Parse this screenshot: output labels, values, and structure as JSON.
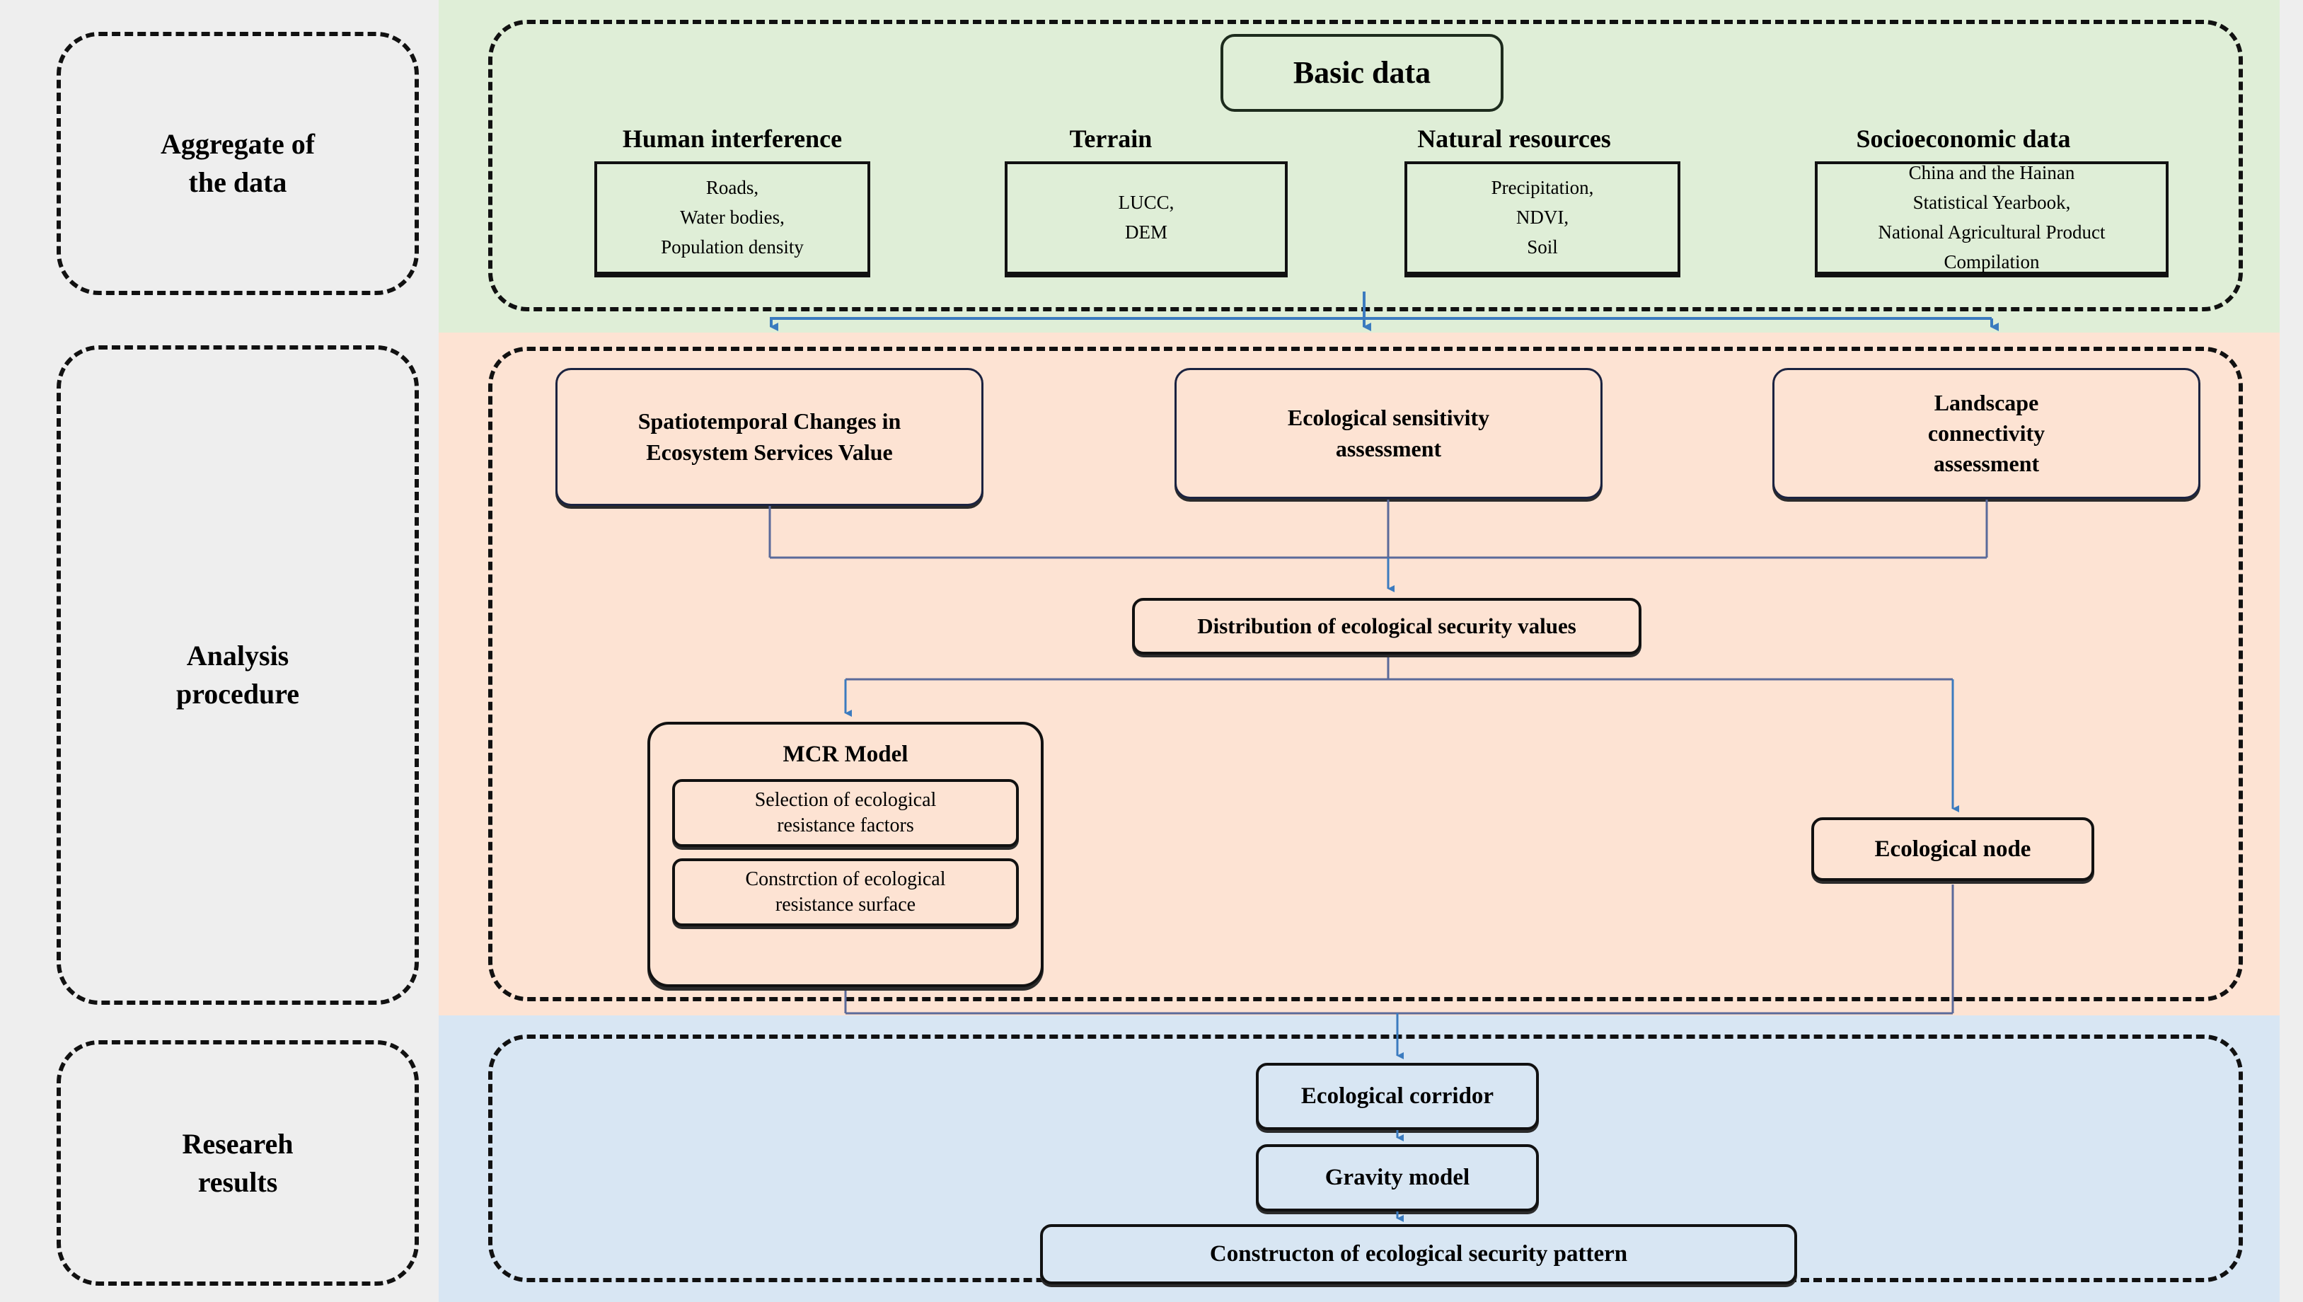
{
  "stages": [
    {
      "label": "Aggregate of\nthe data"
    },
    {
      "label": "Analysis\nprocedure"
    },
    {
      "label": "Researeh\nresults"
    }
  ],
  "green_section": {
    "title": "Basic data",
    "categories": [
      {
        "label": "Human interference",
        "items": "Roads,\nWater bodies,\nPopulation density"
      },
      {
        "label": "Terrain",
        "items": "LUCC,\nDEM"
      },
      {
        "label": "Natural resources",
        "items": "Precipitation,\nNDVI,\nSoil"
      },
      {
        "label": "Socioeconomic data",
        "items": "China  and the Hainan\nStatistical Yearbook,\nNational Agricultural Product\nCompilation"
      }
    ]
  },
  "orange_section": {
    "assessments": [
      {
        "label": "Spatiotemporal Changes in\nEcosystem Services Value"
      },
      {
        "label": "Ecological sensitivity\nassessment"
      },
      {
        "label": "Landscape\nconnectivity\nassessment"
      }
    ],
    "distribution": "Distribution of ecological security values",
    "mcr": {
      "title": "MCR Model",
      "steps": [
        "Selection of ecological\nresistance factors",
        "Constrction of ecological\nresistance surface"
      ]
    },
    "node": "Ecological node"
  },
  "blue_section": {
    "steps": [
      "Ecological corridor",
      "Gravity model",
      "Constructon of ecological security pattern"
    ]
  },
  "colors": {
    "band_green": "#dfeed7",
    "band_orange": "#fde3d3",
    "band_blue": "#d8e6f3",
    "sidebar_gray": "#eeeeee",
    "arrow_blue": "#4a86c8",
    "node_border": "#1b2340",
    "box_border": "#111111"
  }
}
